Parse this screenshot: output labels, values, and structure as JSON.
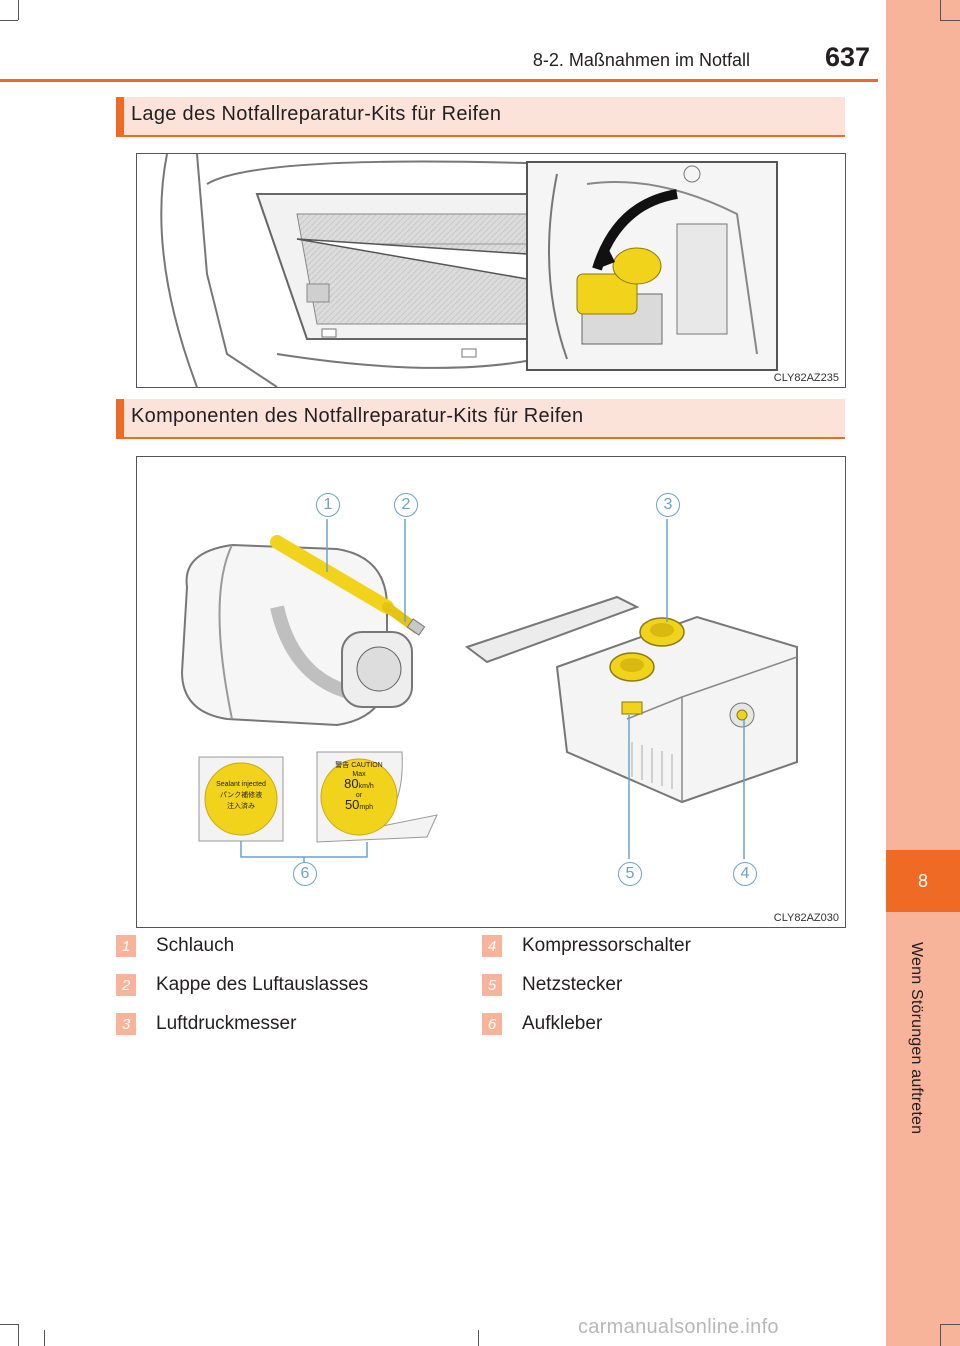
{
  "header": {
    "section_ref": "8-2. Maßnahmen im Notfall",
    "page_number": "637"
  },
  "side_tab": {
    "chapter_number": "8",
    "chapter_title": "Wenn Störungen auftreten"
  },
  "section1": {
    "title": "Lage des Notfallreparatur-Kits für Reifen",
    "figure_code": "CLY82AZ235"
  },
  "section2": {
    "title": "Komponenten des Notfallreparatur-Kits für Reifen",
    "figure_code": "CLY82AZ030",
    "callouts": [
      "1",
      "2",
      "3",
      "4",
      "5",
      "6"
    ],
    "sticker_left": {
      "line1": "Sealant injected",
      "line2": "パンク補修液",
      "line3": "注入済み"
    },
    "sticker_right": {
      "warning": "警告 CAUTION",
      "max": "Max",
      "speed1": "80",
      "unit1": "km/h",
      "or": "or",
      "speed2": "50",
      "unit2": "mph"
    }
  },
  "legend": [
    {
      "num": "1",
      "label": "Schlauch"
    },
    {
      "num": "2",
      "label": "Kappe des Luftauslasses"
    },
    {
      "num": "3",
      "label": "Luftdruckmesser"
    },
    {
      "num": "4",
      "label": "Kompressorschalter"
    },
    {
      "num": "5",
      "label": "Netzstecker"
    },
    {
      "num": "6",
      "label": "Aufkleber"
    }
  ],
  "watermark": "carmanualsonline.info",
  "colors": {
    "accent": "#ef6a25",
    "tab": "#f7b49b",
    "heading_bg": "#fbe3da",
    "part_yellow": "#f2d31b"
  }
}
